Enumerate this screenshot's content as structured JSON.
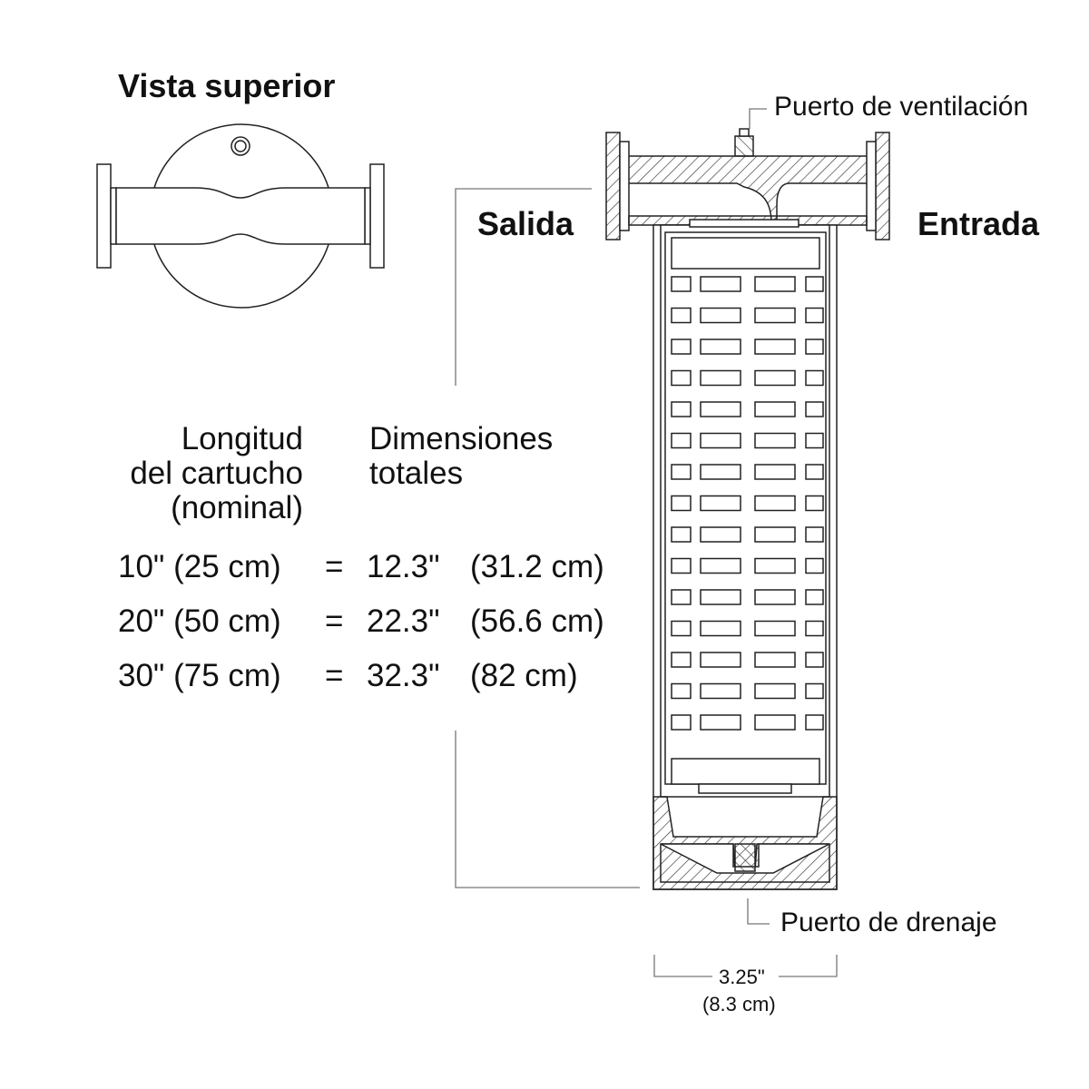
{
  "top_view_title": "Vista superior",
  "labels": {
    "vent": "Puerto de ventilación",
    "outlet": "Salida",
    "inlet": "Entrada",
    "drain": "Puerto de drenaje"
  },
  "table": {
    "col1_header": [
      "Longitud",
      "del cartucho",
      "(nominal)"
    ],
    "col2_header": [
      "Dimensiones",
      "totales"
    ],
    "rows": [
      {
        "nominal": "10\" (25 cm)",
        "eq": "=",
        "inches": "12.3\"",
        "cm": "(31.2 cm)"
      },
      {
        "nominal": "20\" (50 cm)",
        "eq": "=",
        "inches": "22.3\"",
        "cm": "(56.6 cm)"
      },
      {
        "nominal": "30\" (75 cm)",
        "eq": "=",
        "inches": "32.3\"",
        "cm": "(82 cm)"
      }
    ]
  },
  "width_dimension": {
    "inches": "3.25\"",
    "cm": "(8.3 cm)"
  }
}
